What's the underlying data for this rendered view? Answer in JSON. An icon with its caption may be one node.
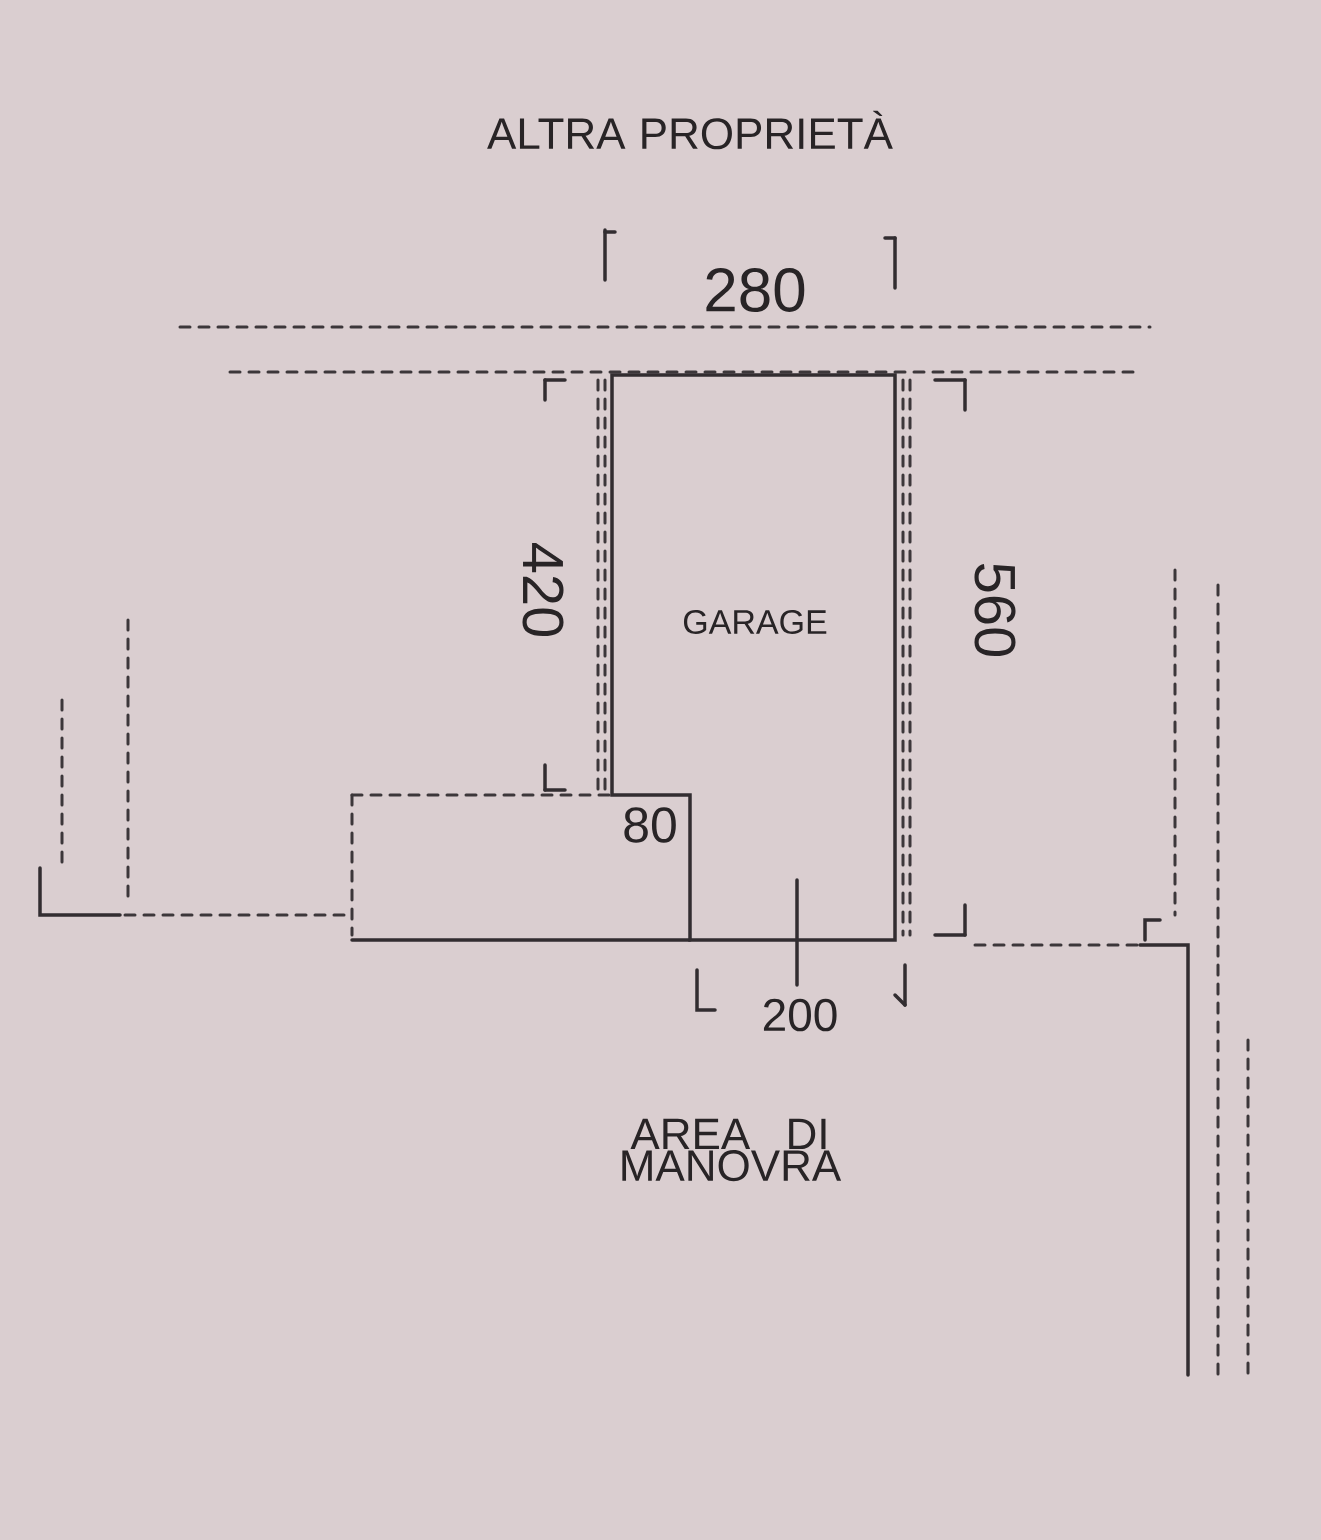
{
  "diagram": {
    "nodes": [
      {
        "text": [
          "GARAGE"
        ]
      }
    ],
    "labels": [
      "ALTRA PROPRIETÀ",
      "280",
      "420",
      "560",
      "80",
      "200",
      "AREA DI MANOVRA"
    ]
  }
}
